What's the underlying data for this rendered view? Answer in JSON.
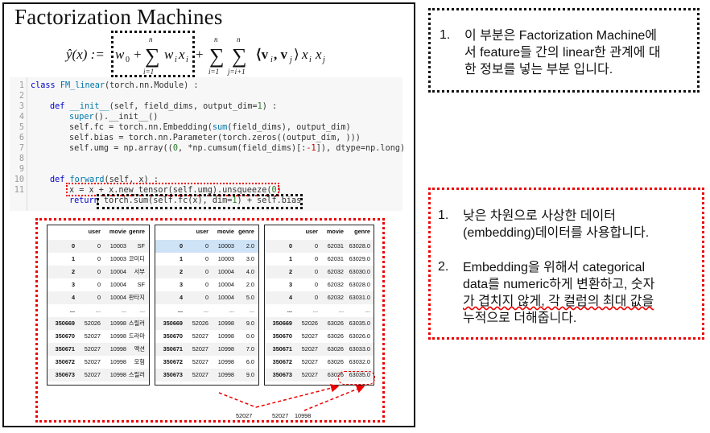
{
  "title": "Factorization Machines",
  "formula": {
    "lhs": "ŷ(x) :=",
    "w0": "w",
    "w0_sub": "0",
    "plus": "+",
    "sum_top": "n",
    "sum_bottom": "i=1",
    "term1": "w",
    "term1_sub": "i",
    "term1_x": "x",
    "term1_xsub": "i",
    "sum2_bottom": "i=1",
    "sum3_bottom": "j=i+1",
    "inner": "⟨v",
    "inner_sub1": "i",
    "inner_comma": ", v",
    "inner_sub2": "j",
    "inner_close": "⟩",
    "x1": "x",
    "x1_sub": "i",
    "x2": "x",
    "x2_sub": "j"
  },
  "code": {
    "lines": [
      {
        "no": "1",
        "text": ""
      },
      {
        "no": "2",
        "text": ""
      },
      {
        "no": "3",
        "text": ""
      },
      {
        "no": "4",
        "text": ""
      },
      {
        "no": "5",
        "text": ""
      },
      {
        "no": "6",
        "text": ""
      },
      {
        "no": "7",
        "text": ""
      },
      {
        "no": "8",
        "text": ""
      },
      {
        "no": "9",
        "text": ""
      },
      {
        "no": "10",
        "text": ""
      },
      {
        "no": "11",
        "text": ""
      }
    ],
    "l1_kw": "class ",
    "l1_name": "FM_linear",
    "l1_rest": "(torch.nn.Module) :",
    "l3_kw": "def ",
    "l3_name": "__init__",
    "l3_rest": "(self, field_dims, output_dim=",
    "l3_num": "1",
    "l3_end": ") :",
    "l4_a": "super",
    "l4_b": "().__init__()",
    "l5_a": "self.fc = torch.nn.Embedding(",
    "l5_b": "sum",
    "l5_c": "(field_dims), output_dim)",
    "l6": "self.bias = torch.nn.Parameter(torch.zeros((output_dim, )))",
    "l7_a": "self.umg = np.array((",
    "l7_b": "0",
    "l7_c": ", *np.cumsum(field_dims)[:",
    "l7_d": "-1",
    "l7_e": "]), dtype=np.long)",
    "l9_kw": "def ",
    "l9_name": "forward",
    "l9_rest": "(self, x) :",
    "l10_a": "x = x + x.new_tensor(self.umg).unsqueeze(",
    "l10_b": "0",
    "l10_c": ")",
    "l11_kw": "return ",
    "l11_a": "torch.sum(self.fc(x), dim=",
    "l11_b": "1",
    "l11_c": ") + self.bias"
  },
  "tables": [
    {
      "columns": [
        "user",
        "movie",
        "genre"
      ],
      "rows": [
        [
          "0",
          "0",
          "10003",
          "SF"
        ],
        [
          "1",
          "0",
          "10003",
          "코미디"
        ],
        [
          "2",
          "0",
          "10004",
          "서부"
        ],
        [
          "3",
          "0",
          "10004",
          "SF"
        ],
        [
          "4",
          "0",
          "10004",
          "판타지"
        ],
        [
          "...",
          "...",
          "...",
          "..."
        ],
        [
          "350669",
          "52026",
          "10998",
          "스릴러"
        ],
        [
          "350670",
          "52027",
          "10998",
          "드라마"
        ],
        [
          "350671",
          "52027",
          "10998",
          "액션"
        ],
        [
          "350672",
          "52027",
          "10998",
          "모험"
        ],
        [
          "350673",
          "52027",
          "10998",
          "스릴러"
        ]
      ]
    },
    {
      "columns": [
        "user",
        "movie",
        "genre"
      ],
      "rows": [
        [
          "0",
          "0",
          "10003",
          "2.0"
        ],
        [
          "1",
          "0",
          "10003",
          "3.0"
        ],
        [
          "2",
          "0",
          "10004",
          "4.0"
        ],
        [
          "3",
          "0",
          "10004",
          "2.0"
        ],
        [
          "4",
          "0",
          "10004",
          "5.0"
        ],
        [
          "...",
          "...",
          "...",
          "..."
        ],
        [
          "350669",
          "52026",
          "10998",
          "9.0"
        ],
        [
          "350670",
          "52027",
          "10998",
          "0.0"
        ],
        [
          "350671",
          "52027",
          "10998",
          "7.0"
        ],
        [
          "350672",
          "52027",
          "10998",
          "6.0"
        ],
        [
          "350673",
          "52027",
          "10998",
          "9.0"
        ]
      ]
    },
    {
      "columns": [
        "user",
        "movie",
        "genre"
      ],
      "rows": [
        [
          "0",
          "0",
          "62031",
          "63028.0"
        ],
        [
          "1",
          "0",
          "62031",
          "63029.0"
        ],
        [
          "2",
          "0",
          "62032",
          "63030.0"
        ],
        [
          "3",
          "0",
          "62032",
          "63028.0"
        ],
        [
          "4",
          "0",
          "62032",
          "63031.0"
        ],
        [
          "...",
          "...",
          "...",
          "..."
        ],
        [
          "350669",
          "52026",
          "63026",
          "63035.0"
        ],
        [
          "350670",
          "52027",
          "63026",
          "63026.0"
        ],
        [
          "350671",
          "52027",
          "63026",
          "63033.0"
        ],
        [
          "350672",
          "52027",
          "63026",
          "63032.0"
        ],
        [
          "350673",
          "52027",
          "63026",
          "63035.0"
        ]
      ]
    }
  ],
  "bottom_labels": {
    "a": "52027",
    "b": "52027",
    "c": "10998"
  },
  "note1": {
    "num": "1.",
    "lines": [
      "이 부분은 Factorization Machine에",
      "서 feature들 간의 linear한 관계에 대",
      "한 정보를 넣는 부분 입니다."
    ]
  },
  "note2": {
    "item1_num": "1.",
    "item1_lines": [
      "낮은 차원으로 사상한 데이터",
      "(embedding)데이터를 사용합니다."
    ],
    "item2_num": "2.",
    "item2_lines": [
      "Embedding을 위해서 categorical",
      "data를 numeric하게 변환하고, 숫자",
      "가 겹치지 않게, 각 컬럼의 최대 값을",
      "누적으로 더해줍니다."
    ]
  }
}
